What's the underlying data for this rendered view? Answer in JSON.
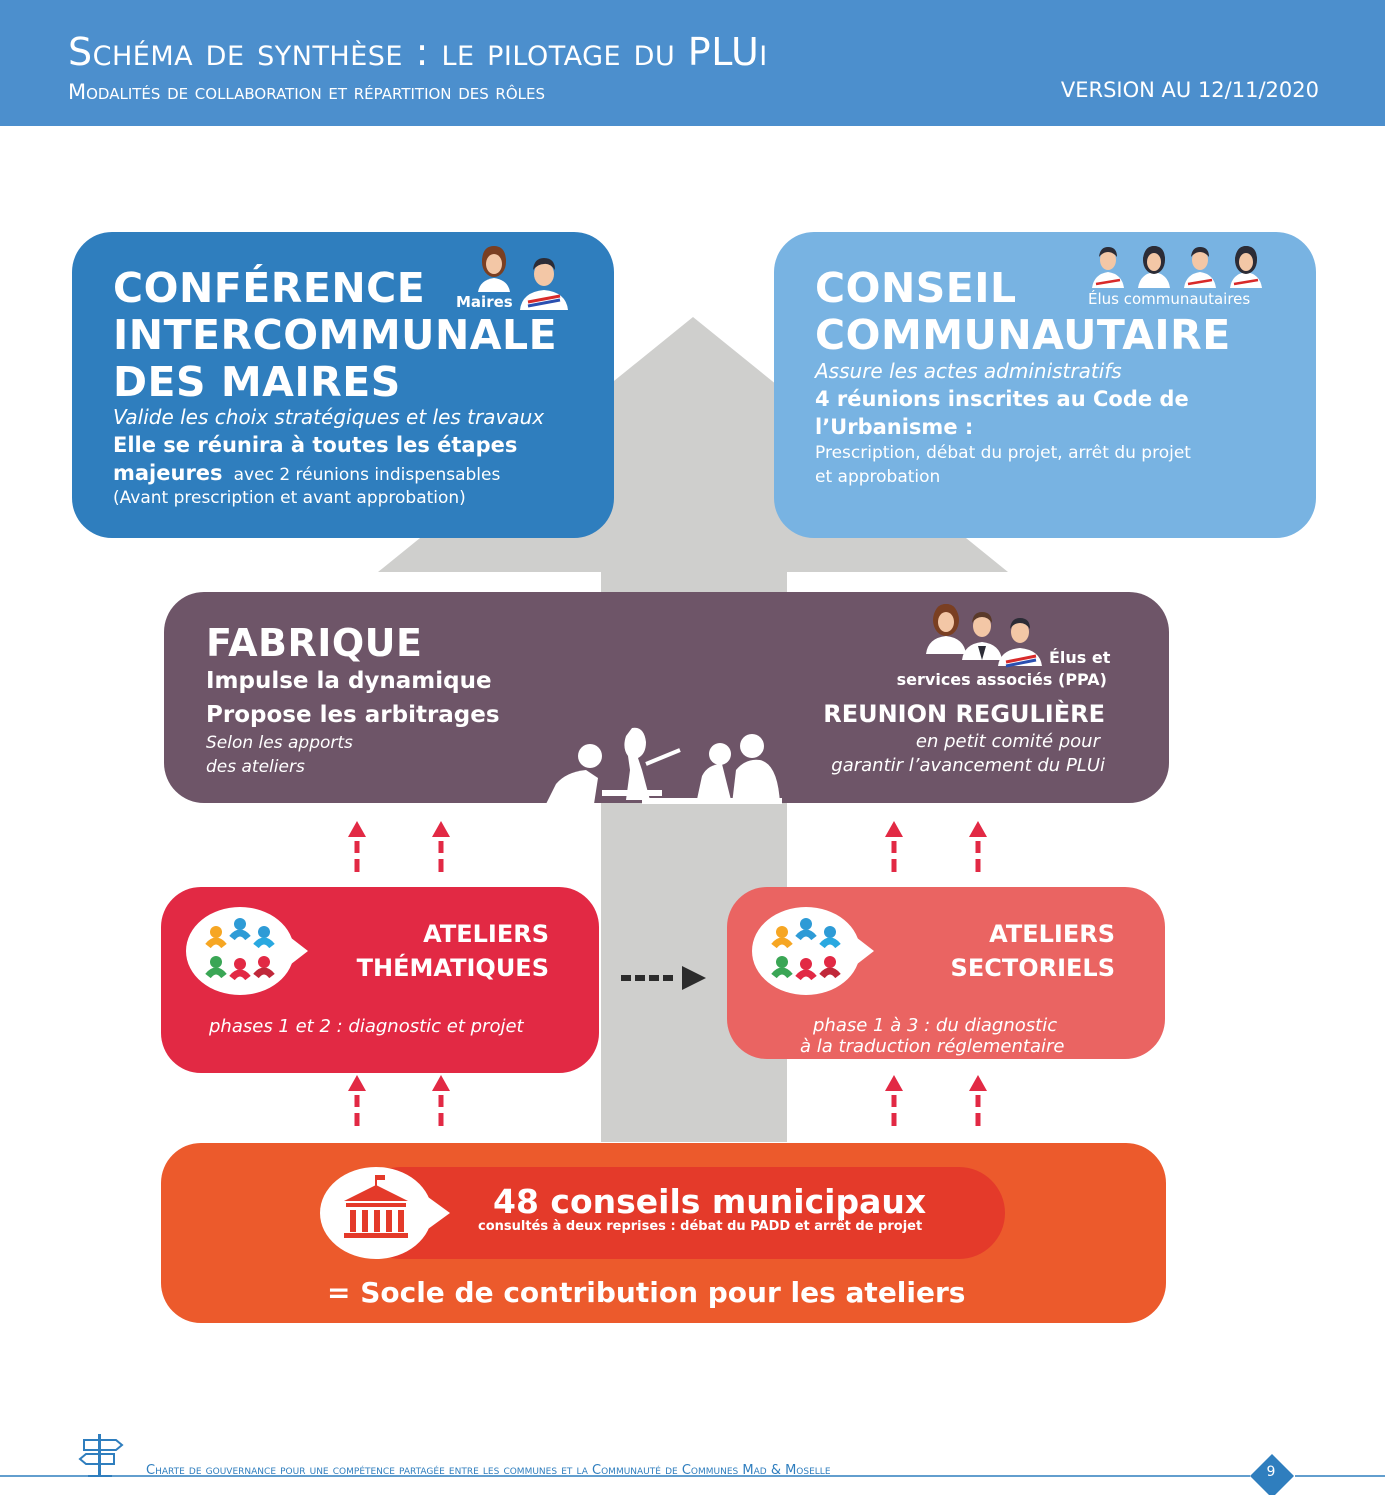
{
  "header": {
    "title": "Schéma de synthèse : le pilotage du PLUi",
    "subtitle": "Modalités de collaboration et répartition des rôles",
    "version": "VERSION AU 12/11/2020"
  },
  "conference": {
    "title_line1": "CONFÉRENCE",
    "title_line2": "INTERCOMMUNALE",
    "title_line3": "DES MAIRES",
    "people_caption": "Maires",
    "role": "Valide les choix stratégiques et les travaux",
    "meet_line1": "Elle se réunira à toutes les étapes",
    "meet_bold": "majeures",
    "meet_rest": "avec 2 réunions indispensables",
    "meet_note": "(Avant prescription et avant approbation)"
  },
  "conseil": {
    "title_line1": "CONSEIL",
    "title_line2": "COMMUNAUTAIRE",
    "people_caption": "Élus communautaires",
    "role": "Assure les actes administratifs",
    "meet_line1": "4 réunions inscrites au Code de",
    "meet_line2": "l’Urbanisme :",
    "detail_line1": "Prescription, débat du projet, arrêt du projet",
    "detail_line2": "et approbation"
  },
  "fabrique": {
    "title": "FABRIQUE",
    "line1": "Impulse la dynamique",
    "line2": "Propose les arbitrages",
    "note_line1": "Selon les apports",
    "note_line2": "des ateliers",
    "people_caption_line1": "Élus et",
    "people_caption_line2": "services associés (PPA)",
    "meeting_title": "REUNION REGULIÈRE",
    "meeting_line1": "en petit comité pour",
    "meeting_line2": "garantir l’avancement du PLUi"
  },
  "ateliers_thematiques": {
    "title_line1": "ATELIERS",
    "title_line2": "THÉMATIQUES",
    "phase": "phases 1 et 2 : diagnostic et projet"
  },
  "ateliers_sectoriels": {
    "title_line1": "ATELIERS",
    "title_line2": "SECTORIELS",
    "phase_line1": "phase 1 à 3 : du diagnostic",
    "phase_line2": "à la traduction réglementaire"
  },
  "conseils_municipaux": {
    "title": "48 conseils municipaux",
    "subtitle": "consultés à deux reprises : débat du PADD et arrêt de projet",
    "socle": "= Socle de contribution pour les ateliers"
  },
  "footer": {
    "text": "Charte de gouvernance pour une compétence partagée entre les communes et la Communauté de Communes Mad & Moselle",
    "page": "9"
  },
  "colors": {
    "header": "#4c8fcd",
    "conference": "#2f7ebe",
    "conseil": "#78b3e2",
    "fabrique": "#6e5568",
    "ateliers_thematiques": "#e22944",
    "ateliers_sectoriels": "#ea6462",
    "municipaux": "#ec5a2c",
    "big_arrow": "#cfcfcd"
  }
}
